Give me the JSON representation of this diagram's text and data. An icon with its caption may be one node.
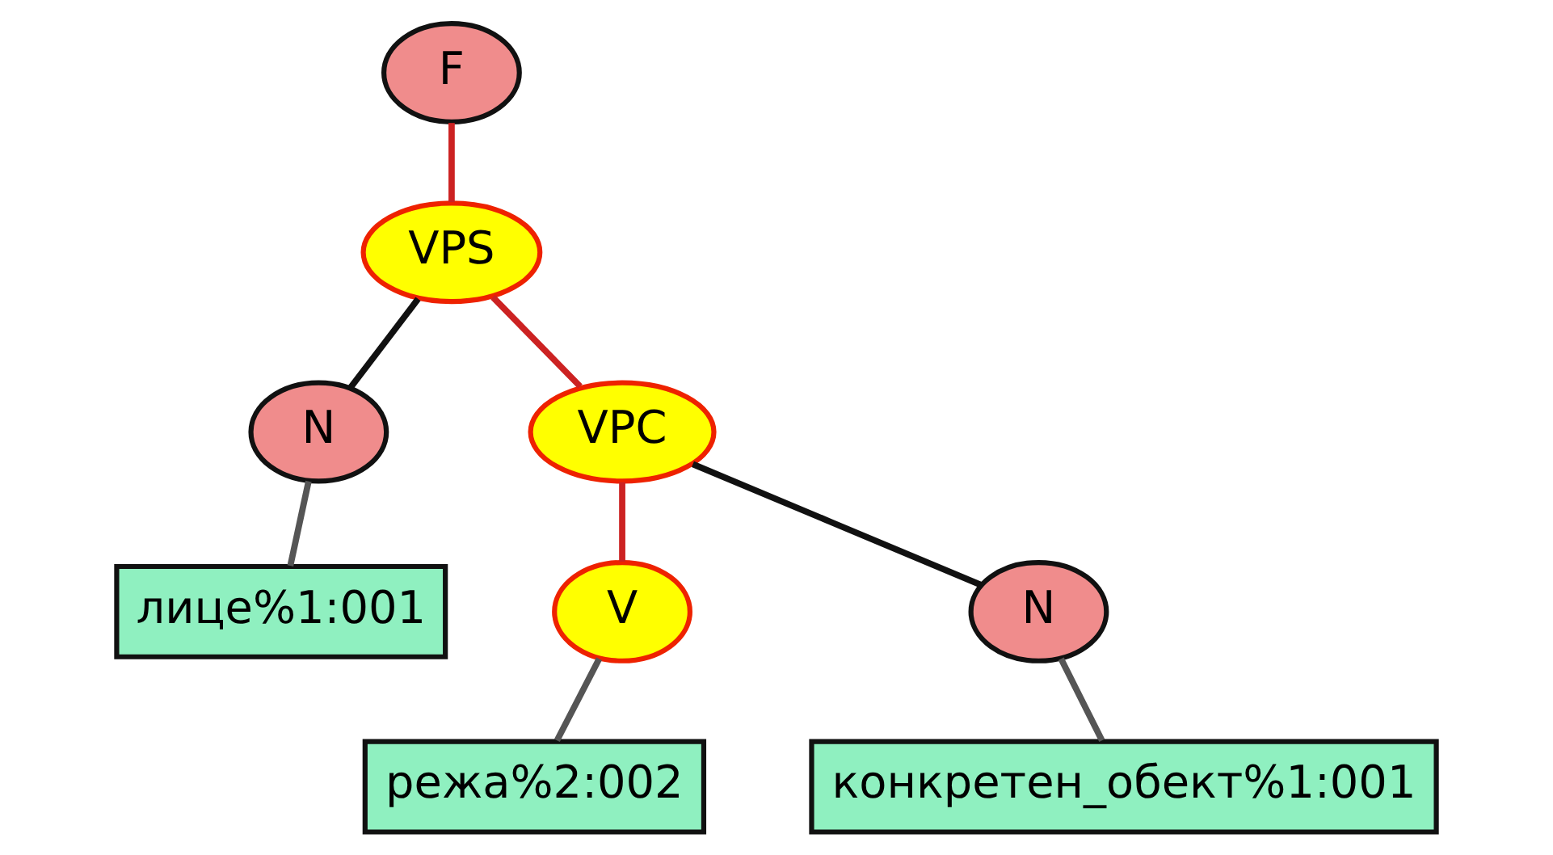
{
  "diagram": {
    "nodes": [
      {
        "text": [
          "F"
        ]
      },
      {
        "text": [
          "VPS"
        ]
      },
      {
        "text": [
          "N"
        ]
      },
      {
        "text": [
          "VPC"
        ]
      },
      {
        "text": [
          "лице%1:001"
        ]
      },
      {
        "text": [
          "V"
        ]
      },
      {
        "text": [
          "N"
        ]
      },
      {
        "text": [
          "режа%2:002"
        ]
      },
      {
        "text": [
          "конкретен_обект%1:001"
        ]
      }
    ],
    "edges": [
      {
        "from": 0,
        "to": 1,
        "arrow": "none",
        "color": "#cc2222"
      },
      {
        "from": 1,
        "to": 2,
        "arrow": "none",
        "color": "#111111"
      },
      {
        "from": 1,
        "to": 3,
        "arrow": "none",
        "color": "#cc2222"
      },
      {
        "from": 2,
        "to": 4,
        "arrow": "none",
        "color": "#555555"
      },
      {
        "from": 3,
        "to": 5,
        "arrow": "none",
        "color": "#cc2222"
      },
      {
        "from": 3,
        "to": 6,
        "arrow": "none",
        "color": "#111111"
      },
      {
        "from": 5,
        "to": 7,
        "arrow": "none",
        "color": "#555555"
      },
      {
        "from": 6,
        "to": 8,
        "arrow": "none",
        "color": "#555555"
      }
    ]
  }
}
